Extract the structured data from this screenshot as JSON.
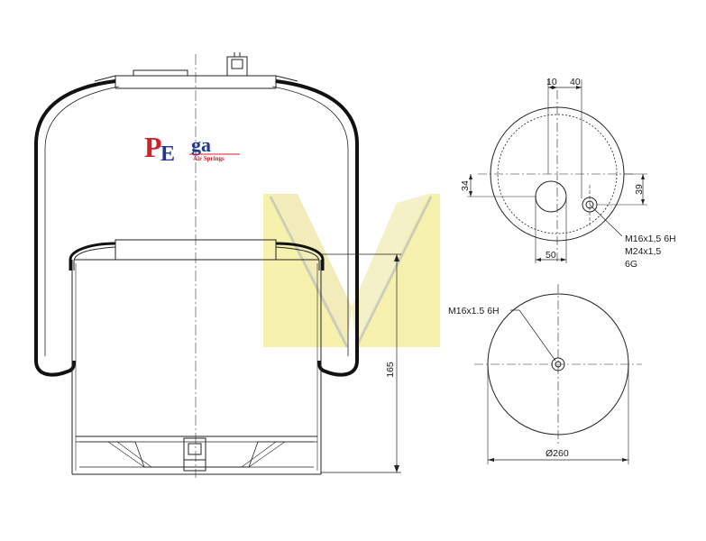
{
  "logo": {
    "brand": "Pega",
    "letter_p": "P",
    "letter_e": "E",
    "letters_ga": "ga",
    "tagline": "Air Springs",
    "colors": {
      "red": "#d4202a",
      "blue": "#1f3a93"
    }
  },
  "watermark": {
    "icon": "m-watermark-icon",
    "color": "#f3ef9c"
  },
  "side_view": {
    "height_dimension": "165"
  },
  "top_view": {
    "dim_top_left": "10",
    "dim_top_right": "40",
    "dim_left": "34",
    "dim_right": "39",
    "dim_bottom": "50",
    "thread_labels": [
      "M16x1,5 6H",
      "M24x1,5",
      "6G"
    ]
  },
  "bottom_view": {
    "thread_label": "M16x1.5 6H",
    "diameter": "Ø260"
  }
}
